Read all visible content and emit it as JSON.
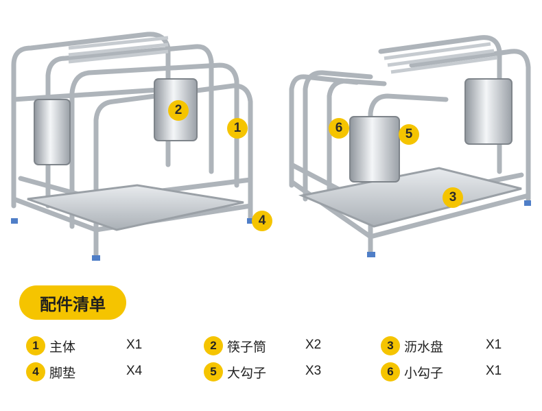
{
  "section_title": "配件清单",
  "callouts": [
    "1",
    "2",
    "3",
    "4",
    "5",
    "6"
  ],
  "parts": [
    {
      "num": "1",
      "name": "主体",
      "qty": "X1"
    },
    {
      "num": "2",
      "name": "筷子筒",
      "qty": "X2"
    },
    {
      "num": "3",
      "name": "沥水盘",
      "qty": "X1"
    },
    {
      "num": "4",
      "name": "脚垫",
      "qty": "X4"
    },
    {
      "num": "5",
      "name": "大勾子",
      "qty": "X3"
    },
    {
      "num": "6",
      "name": "小勾子",
      "qty": "X1"
    }
  ],
  "colors": {
    "accent": "#f5c400",
    "steel": "#b9bec4",
    "text": "#222222"
  }
}
